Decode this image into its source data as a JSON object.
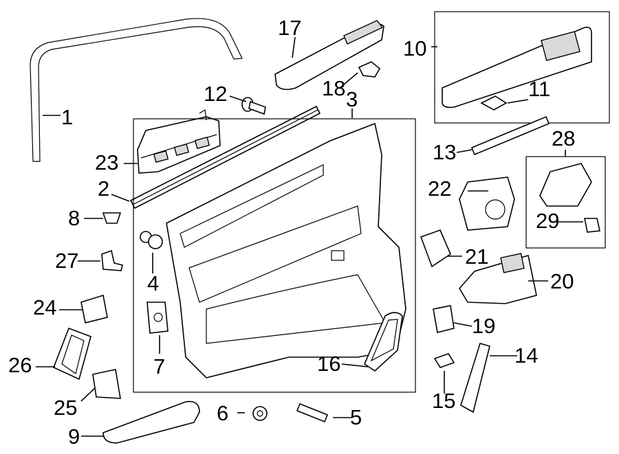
{
  "diagram": {
    "type": "exploded-parts-diagram",
    "subject": "front door interior trim panel and switches",
    "callouts": [
      {
        "id": "c1",
        "label": "1"
      },
      {
        "id": "c2",
        "label": "2"
      },
      {
        "id": "c3",
        "label": "3"
      },
      {
        "id": "c4",
        "label": "4"
      },
      {
        "id": "c5",
        "label": "5"
      },
      {
        "id": "c6",
        "label": "6"
      },
      {
        "id": "c7",
        "label": "7"
      },
      {
        "id": "c8",
        "label": "8"
      },
      {
        "id": "c9",
        "label": "9"
      },
      {
        "id": "c10",
        "label": "10"
      },
      {
        "id": "c11",
        "label": "11"
      },
      {
        "id": "c12",
        "label": "12"
      },
      {
        "id": "c13",
        "label": "13"
      },
      {
        "id": "c14",
        "label": "14"
      },
      {
        "id": "c15",
        "label": "15"
      },
      {
        "id": "c16",
        "label": "16"
      },
      {
        "id": "c17",
        "label": "17"
      },
      {
        "id": "c18",
        "label": "18"
      },
      {
        "id": "c19",
        "label": "19"
      },
      {
        "id": "c20",
        "label": "20"
      },
      {
        "id": "c21",
        "label": "21"
      },
      {
        "id": "c22",
        "label": "22"
      },
      {
        "id": "c23",
        "label": "23"
      },
      {
        "id": "c24",
        "label": "24"
      },
      {
        "id": "c25",
        "label": "25"
      },
      {
        "id": "c26",
        "label": "26"
      },
      {
        "id": "c27",
        "label": "27"
      },
      {
        "id": "c28",
        "label": "28"
      },
      {
        "id": "c29",
        "label": "29"
      }
    ]
  }
}
